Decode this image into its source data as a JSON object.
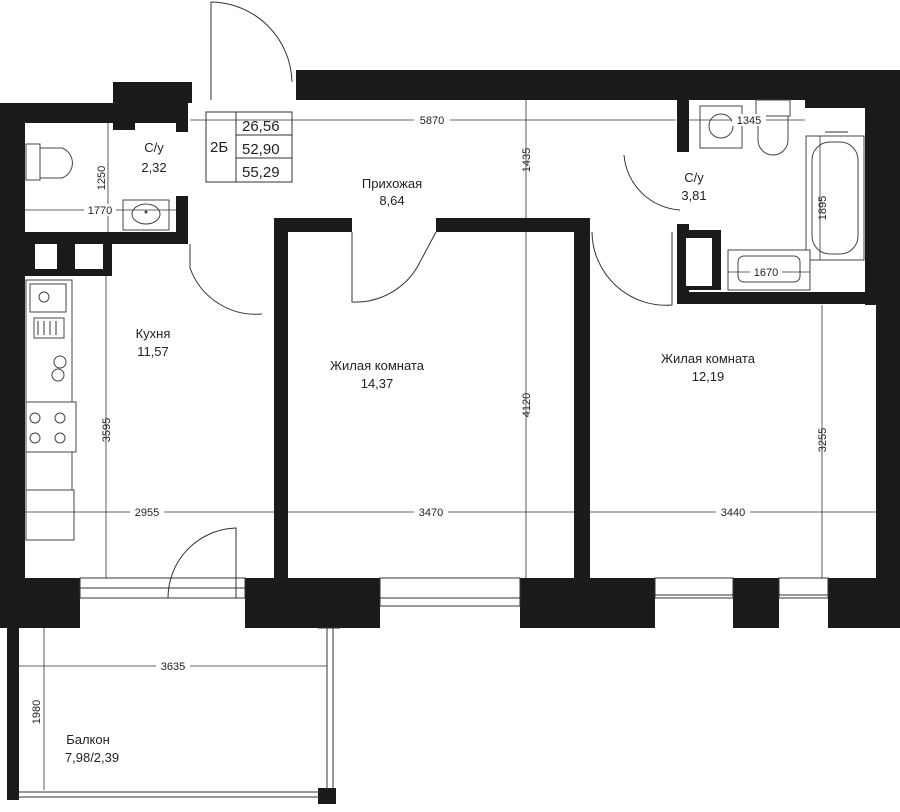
{
  "plan": {
    "apartment_type": "2Б",
    "areas": [
      "26,56",
      "52,90",
      "55,29"
    ]
  },
  "rooms": {
    "bath1_name": "С/у",
    "bath1_area": "2,32",
    "hall_name": "Прихожая",
    "hall_area": "8,64",
    "bath2_name": "С/у",
    "bath2_area": "3,81",
    "kitchen_name": "Кухня",
    "kitchen_area": "11,57",
    "living1_name": "Жилая комната",
    "living1_area": "14,37",
    "living2_name": "Жилая комната",
    "living2_area": "12,19",
    "balcony_name": "Балкон",
    "balcony_area": "7,98/2,39"
  },
  "dimensions": {
    "hall_width": "5870",
    "hall_depth": "1435",
    "bath1_depth": "1250",
    "bath1_width": "1770",
    "bath2_width": "1345",
    "bath2_tub": "1895",
    "bath2_inner": "1670",
    "kitchen_depth": "3595",
    "kitchen_width": "2955",
    "living1_depth": "4120",
    "living1_width": "3470",
    "living2_depth": "3255",
    "living2_width": "3440",
    "balcony_width": "3635",
    "balcony_depth": "1980"
  }
}
